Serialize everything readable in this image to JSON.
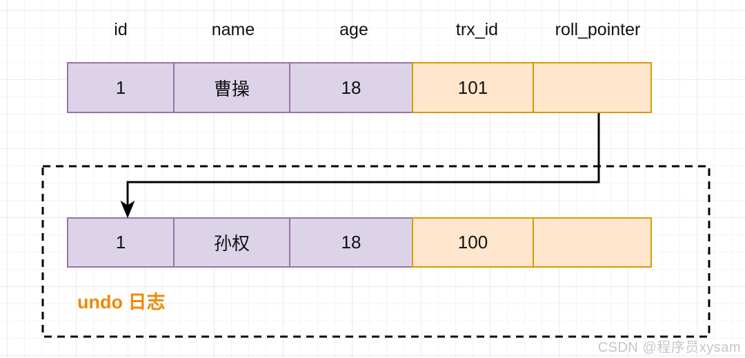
{
  "diagram": {
    "title_semantic": "mysql-mvcc-undo-log-version-chain",
    "headers": [
      "id",
      "name",
      "age",
      "trx_id",
      "roll_pointer"
    ],
    "current_row": [
      "1",
      "曹操",
      "18",
      "101",
      ""
    ],
    "undo_row": [
      "1",
      "孙权",
      "18",
      "100",
      ""
    ],
    "undo_box_label": "undo 日志",
    "colors": {
      "row_fill_purple": "#DCD3E9",
      "row_border_purple": "#9673A6",
      "row_fill_orange": "#FFE6CC",
      "row_border_orange": "#D79B00",
      "undo_label": "#F08705",
      "arrow": "#000000",
      "dashed_box": "#000000"
    }
  },
  "watermark": "CSDN @程序员xysam"
}
